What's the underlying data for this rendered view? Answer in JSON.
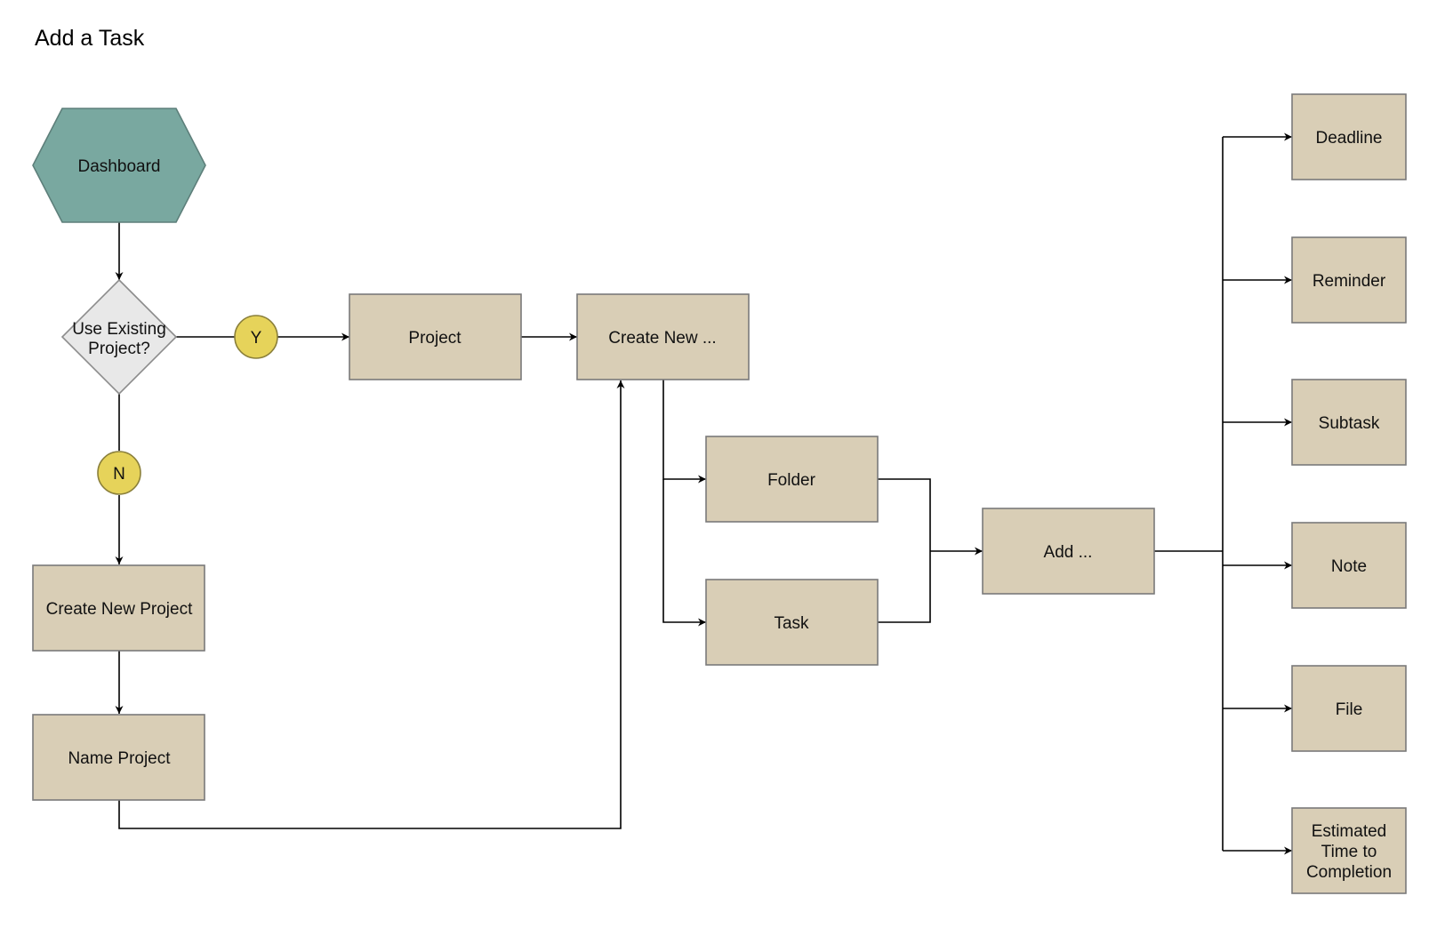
{
  "title": "Add a Task",
  "colors": {
    "process_fill": "#d9ceb6",
    "process_stroke": "#7a7a7a",
    "start_fill": "#79a8a0",
    "start_stroke": "#5d7f7a",
    "decision_fill": "#e8e8e8",
    "decision_stroke": "#8c8c8c",
    "connector_fill": "#e6d35a",
    "connector_stroke": "#8a7f3a",
    "edge": "#000000"
  },
  "nodes": {
    "dashboard": {
      "label": "Dashboard",
      "shape": "hexagon"
    },
    "use_existing": {
      "label": [
        "Use Existing",
        "Project?"
      ],
      "shape": "diamond"
    },
    "yes": {
      "label": "Y",
      "shape": "circle"
    },
    "no": {
      "label": "N",
      "shape": "circle"
    },
    "project": {
      "label": "Project",
      "shape": "rectangle"
    },
    "create_new_dots": {
      "label": "Create New ...",
      "shape": "rectangle"
    },
    "create_new_project": {
      "label": "Create New Project",
      "shape": "rectangle"
    },
    "name_project": {
      "label": "Name Project",
      "shape": "rectangle"
    },
    "folder": {
      "label": "Folder",
      "shape": "rectangle"
    },
    "task": {
      "label": "Task",
      "shape": "rectangle"
    },
    "add_dots": {
      "label": "Add ...",
      "shape": "rectangle"
    },
    "deadline": {
      "label": "Deadline",
      "shape": "rectangle"
    },
    "reminder": {
      "label": "Reminder",
      "shape": "rectangle"
    },
    "subtask": {
      "label": "Subtask",
      "shape": "rectangle"
    },
    "note": {
      "label": "Note",
      "shape": "rectangle"
    },
    "file": {
      "label": "File",
      "shape": "rectangle"
    },
    "estimated_time": {
      "label": [
        "Estimated",
        "Time to",
        "Completion"
      ],
      "shape": "rectangle"
    }
  },
  "edges": [
    {
      "from": "dashboard",
      "to": "use_existing"
    },
    {
      "from": "use_existing",
      "to": "yes"
    },
    {
      "from": "yes",
      "to": "project"
    },
    {
      "from": "use_existing",
      "to": "no"
    },
    {
      "from": "no",
      "to": "create_new_project"
    },
    {
      "from": "project",
      "to": "create_new_dots"
    },
    {
      "from": "create_new_project",
      "to": "name_project"
    },
    {
      "from": "name_project",
      "to": "create_new_dots"
    },
    {
      "from": "create_new_dots",
      "to": "folder"
    },
    {
      "from": "create_new_dots",
      "to": "task"
    },
    {
      "from": "folder",
      "to": "add_dots"
    },
    {
      "from": "task",
      "to": "add_dots"
    },
    {
      "from": "add_dots",
      "to": "deadline"
    },
    {
      "from": "add_dots",
      "to": "reminder"
    },
    {
      "from": "add_dots",
      "to": "subtask"
    },
    {
      "from": "add_dots",
      "to": "note"
    },
    {
      "from": "add_dots",
      "to": "file"
    },
    {
      "from": "add_dots",
      "to": "estimated_time"
    }
  ]
}
